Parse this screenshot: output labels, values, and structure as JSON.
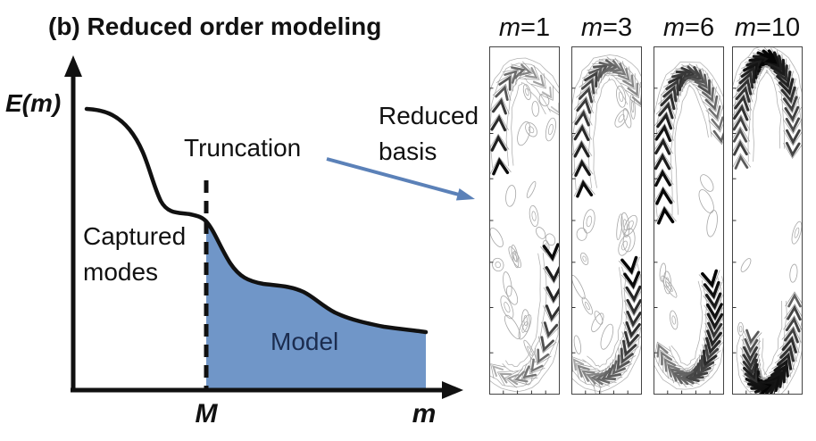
{
  "figure": {
    "title": "(b) Reduced order modeling",
    "plot": {
      "y_axis_label": "E(m)",
      "x_axis_label": "m",
      "truncation_label": "Truncation",
      "captured_label": "Captured\nmodes",
      "model_label": "Model",
      "truncation_tick_label": "M"
    },
    "annotation": {
      "reduced_basis_label": "Reduced\nbasis"
    },
    "panels": [
      {
        "var": "m",
        "eq": "=1"
      },
      {
        "var": "m",
        "eq": "=3"
      },
      {
        "var": "m",
        "eq": "=6"
      },
      {
        "var": "m",
        "eq": "=10"
      }
    ],
    "colors": {
      "model_fill": "#7096c8",
      "arrow_blue": "#5b81b8",
      "model_text": "#1b2c4f",
      "ink": "#111111"
    }
  }
}
